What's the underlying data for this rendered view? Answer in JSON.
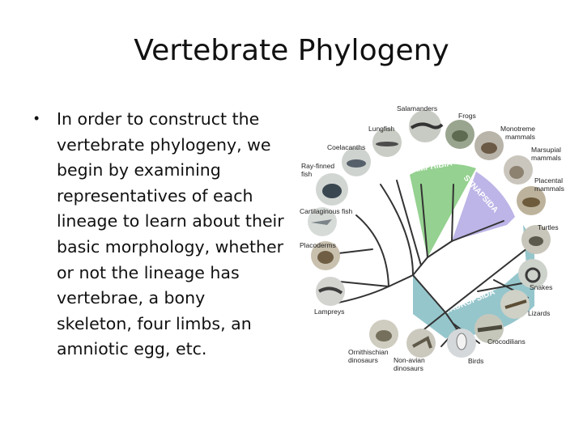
{
  "slide": {
    "title": "Vertebrate Phylogeny",
    "bullet": "In order to construct the vertebrate phylogeny, we begin by examining representatives of each lineage to learn about their basic morphology, whether or not the lineage has vertebrae, a bony skeleton, four limbs, an amniotic egg, etc."
  },
  "diagram": {
    "clades": {
      "amphibia": "AMPHIBIA",
      "synapsida": "SYNAPSIDA",
      "sauropsida": "SAUROPSIDA"
    },
    "taxa": {
      "salamanders": "Salamanders",
      "frogs": "Frogs",
      "lungfish": "Lungfish",
      "monotreme": [
        "Monotreme",
        "mammals"
      ],
      "coelacanths": "Coelacanths",
      "marsupial": [
        "Marsupial",
        "mammals"
      ],
      "ray_finned": [
        "Ray-finned",
        "fish"
      ],
      "placental": [
        "Placental",
        "mammals"
      ],
      "cartilaginous": "Cartilaginous fish",
      "turtles": "Turtles",
      "placoderms": "Placoderms",
      "snakes": "Snakes",
      "lampreys": "Lampreys",
      "lizards": "Lizards",
      "crocodilians": "Crocodilians",
      "ornithischian": [
        "Ornithischian",
        "dinosaurs"
      ],
      "non_avian": [
        "Non-avian",
        "dinosaurs"
      ],
      "birds": "Birds"
    },
    "colors": {
      "amphibia": "#8fcf8a",
      "synapsida": "#b9b0e6",
      "sauropsida": "#8fc3c9",
      "branch": "#333333",
      "disc": "#dfe6df"
    }
  }
}
